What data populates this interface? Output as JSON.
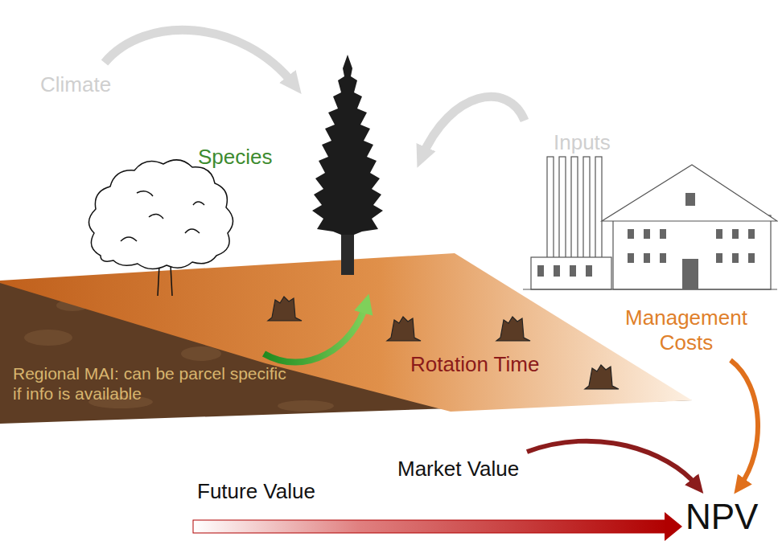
{
  "diagram": {
    "labels": [
      "Climate",
      "Species",
      "Inputs",
      "Regional MAI: can be parcel specific if info is available",
      "Rotation Time",
      "Management Costs",
      "Market Value",
      "Future Value",
      "NPV"
    ]
  }
}
